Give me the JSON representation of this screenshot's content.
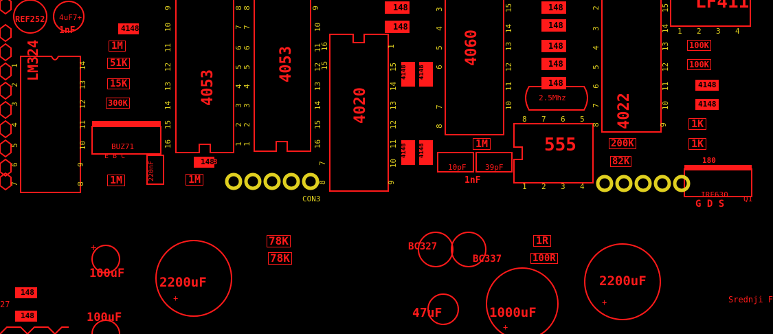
{
  "colors": {
    "background": "#000000",
    "silkscreen": "#ff1a1a",
    "pads": "#e0d020"
  },
  "chips": [
    {
      "id": "lm324",
      "name": "LM324",
      "pins_left": [
        "1",
        "2",
        "3",
        "4",
        "5",
        "6",
        "7"
      ],
      "pins_right": [
        "14",
        "13",
        "12",
        "11",
        "10",
        "9",
        "8"
      ]
    },
    {
      "id": "u4053a",
      "name": "4053",
      "pins_left": [
        "9",
        "10",
        "11",
        "12",
        "13",
        "14",
        "15",
        "16"
      ],
      "pins_right": [
        "8",
        "7",
        "6",
        "5",
        "4",
        "3",
        "2",
        "1"
      ]
    },
    {
      "id": "u4053b",
      "name": "4053",
      "pins_left": [
        "8",
        "7",
        "6",
        "5",
        "4",
        "3",
        "2",
        "1"
      ],
      "pins_right": [
        "9",
        "10",
        "11",
        "12",
        "13",
        "14",
        "15",
        "16"
      ]
    },
    {
      "id": "u4020",
      "name": "4020",
      "pins_left": [
        "9",
        "10",
        "11",
        "12",
        "13",
        "14",
        "15",
        "16"
      ],
      "pins_right": [
        "8",
        "7",
        "6",
        "5",
        "4",
        "3",
        "2",
        "1"
      ]
    },
    {
      "id": "u4060",
      "name": "4060",
      "pins_left": [
        "3",
        "4",
        "5",
        "6",
        "7",
        "8"
      ],
      "pins_right": [
        "15",
        "14",
        "13",
        "12",
        "11",
        "10",
        "9"
      ]
    },
    {
      "id": "u4022",
      "name": "4022",
      "pins_left": [
        "2",
        "3",
        "4",
        "5",
        "6",
        "7",
        "8"
      ],
      "pins_right": [
        "15",
        "14",
        "13",
        "12",
        "11",
        "10",
        "9"
      ]
    },
    {
      "id": "u555",
      "name": "555",
      "pins_top": [
        "8",
        "7",
        "6",
        "5"
      ],
      "pins_bottom": [
        "1",
        "2",
        "3",
        "4"
      ]
    },
    {
      "id": "lf411",
      "name": "LF411",
      "pins_bottom": [
        "1",
        "2",
        "3",
        "4"
      ]
    }
  ],
  "labels": {
    "ref252": "REF252",
    "c4u7": "4uF7+",
    "c1nf": "1nF",
    "d4148_top": "4148",
    "r1m_a": "1M",
    "r51k": "51K",
    "r15k": "15K",
    "r300k": "300K",
    "buz71": "BUZ71",
    "ebc": "E   B   C",
    "r1m_b": "1M",
    "c220nf": "220nF",
    "r1m_c": "1M",
    "d4148_mid": "4148",
    "con3": "CON3",
    "d4148_a": "148",
    "d4148_b": "148",
    "d4148_c": "148",
    "d4148_d": "148",
    "d4148_e": "148",
    "d4148_f": "148",
    "d4148_g": "148",
    "d4148_h": "148",
    "v414_a": "4148",
    "v414_b": "4148",
    "v414_c": "4148",
    "v414_d": "4148",
    "xtal": "2.5Mhz",
    "r1m_d": "1M",
    "c10pf": "10pF",
    "c39pf": "39pF",
    "c1nf_b": "1nF",
    "r200k": "200K",
    "r82k": "82K",
    "r100k_a": "100K",
    "r100k_b": "100K",
    "d4148_r1": "4148",
    "d4148_r2": "4148",
    "r1k_a": "1K",
    "r1k_b": "1K",
    "r180": "180",
    "irf630": "IRF630",
    "gds": "G   D   S",
    "q1": "Q1",
    "r78k_a": "78K",
    "r78k_b": "78K",
    "bc327": "BC327",
    "bc337": "BC337",
    "r1r": "1R",
    "r100r": "100R",
    "c100uf_a": "100uF",
    "c100uf_b": "100uF",
    "c2200uf_a": "2200uF",
    "c2200uf_b": "2200uF",
    "c47uf": "47uF",
    "c1000uf": "1000uF",
    "d148_ll1": "148",
    "d148_ll2": "148",
    "left27": "27",
    "srednji": "Srednji F",
    "plus": "+"
  }
}
